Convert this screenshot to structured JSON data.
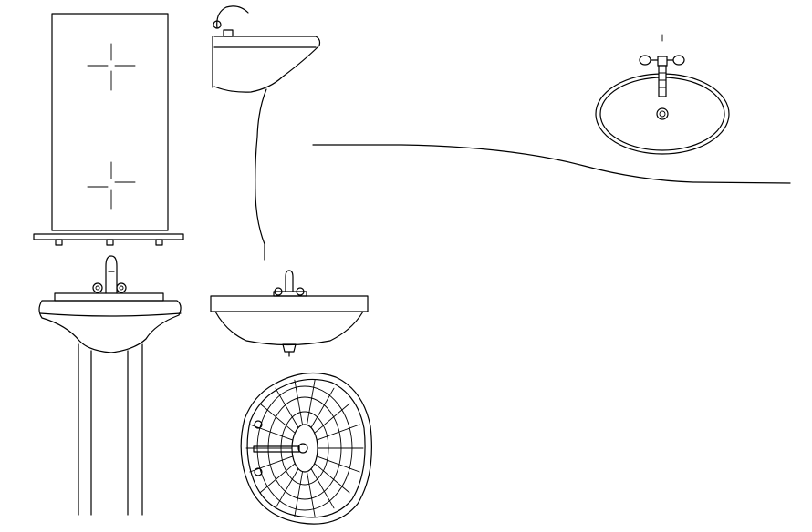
{
  "drawing": {
    "line_color": "#000000",
    "background": "#ffffff",
    "elements": [
      {
        "id": "mirror-elevation",
        "icon": "mirror-with-shelf"
      },
      {
        "id": "wall-basin-side",
        "icon": "wall-mounted-basin-side"
      },
      {
        "id": "countertop-basin-plan",
        "icon": "oval-basin-top-view"
      },
      {
        "id": "break-line",
        "icon": "curved-break-line"
      },
      {
        "id": "pedestal-basin-front",
        "icon": "pedestal-sink-front"
      },
      {
        "id": "wall-basin-front",
        "icon": "wall-hung-sink-front"
      },
      {
        "id": "basin-wireframe",
        "icon": "basin-3d-wireframe"
      }
    ]
  }
}
